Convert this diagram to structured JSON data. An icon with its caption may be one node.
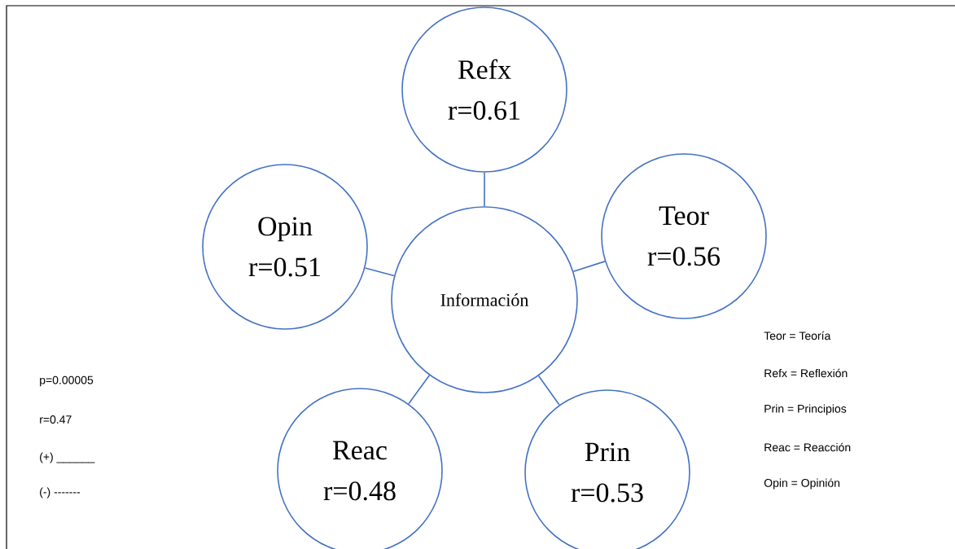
{
  "diagram": {
    "nodes": [
      {
        "text": [
          "Refx",
          "r=0.61"
        ]
      },
      {
        "text": [
          "Opin",
          "r=0.51"
        ]
      },
      {
        "text": [
          "Información"
        ]
      },
      {
        "text": [
          "Teor",
          "r=0.56"
        ]
      },
      {
        "text": [
          "Reac",
          "r=0.48"
        ]
      },
      {
        "text": [
          "Prin",
          "r=0.53"
        ]
      }
    ],
    "edges": [
      {
        "from": 2,
        "to": 0,
        "arrow": "none"
      },
      {
        "from": 2,
        "to": 1,
        "arrow": "none"
      },
      {
        "from": 2,
        "to": 3,
        "arrow": "none"
      },
      {
        "from": 2,
        "to": 4,
        "arrow": "none"
      },
      {
        "from": 2,
        "to": 5,
        "arrow": "none"
      }
    ],
    "labels": [
      "Teor = Teoría",
      "Refx = Reflexión",
      "p=0.00005",
      "Prin = Principios",
      "r=0.47",
      "Reac = Reacción",
      "(+) ______",
      "Opin = Opinión",
      "(-) -------"
    ]
  }
}
